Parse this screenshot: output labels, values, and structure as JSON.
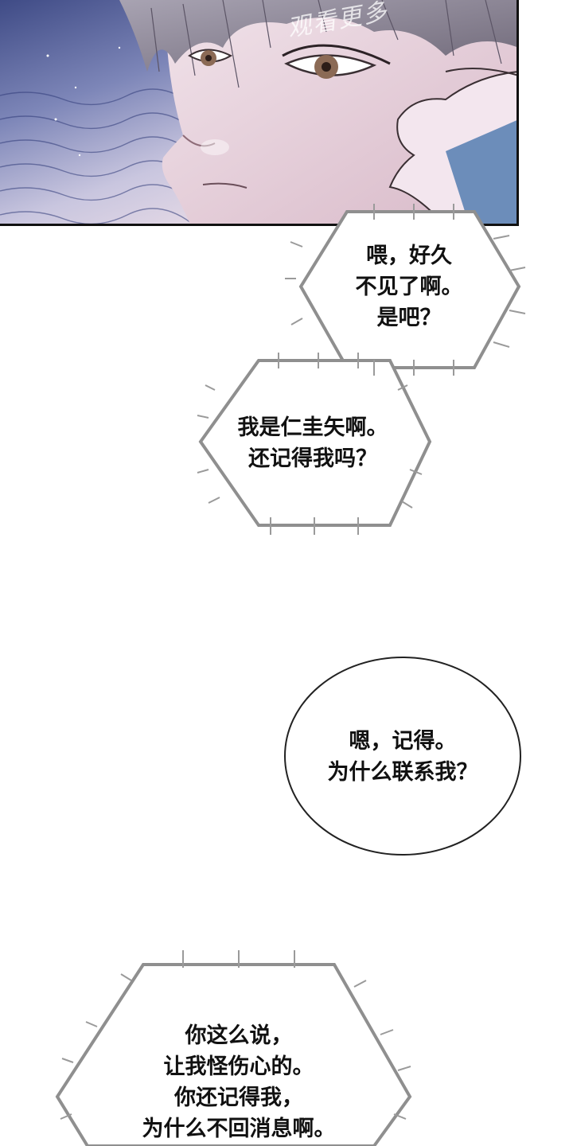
{
  "panel": {
    "watermark": "观看更多"
  },
  "bubbles": [
    {
      "lines": "喂，好久\n不见了啊。\n是吧？",
      "shape": "hexagon"
    },
    {
      "lines": "我是仁圭矢啊。\n还记得我吗？",
      "shape": "hexagon"
    },
    {
      "lines": "嗯，记得。\n为什么联系我？",
      "shape": "ellipse"
    },
    {
      "lines": "你这么说，\n让我怪伤心的。\n你还记得我，\n为什么不回消息啊。",
      "shape": "hexagon"
    }
  ]
}
